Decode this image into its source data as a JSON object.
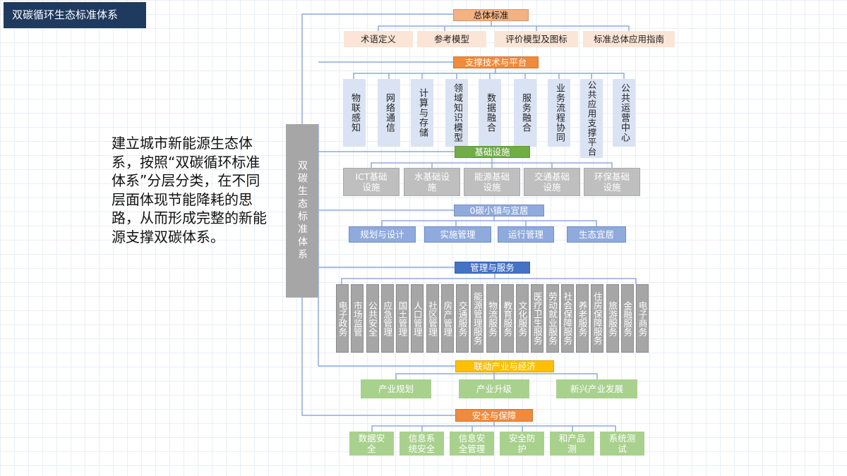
{
  "header": {
    "title": "双碳循环生态标准体系"
  },
  "description": "建立城市新能源生态体系，按照“双碳循环标准体系”分层分类，在不同层面体现节能降耗的思路，从而形成完整的新能源支撑双碳体系。",
  "spine_label": "双碳生态标准体系",
  "sections": {
    "overall": {
      "title": "总体标准",
      "items": [
        "术语定义",
        "参考模型",
        "评价模型及图标",
        "标准总体应用指南"
      ]
    },
    "support": {
      "title": "支撑技术与平台",
      "items": [
        "物联感知",
        "网络通信",
        "计算与存储",
        "领域知识模型",
        "数据融合",
        "服务融合",
        "业务流程协同",
        "公共应用支撑平台",
        "公共运营中心"
      ]
    },
    "infra": {
      "title": "基础设施",
      "items": [
        "ICT基础设施",
        "水基础设施",
        "能源基础设施",
        "交通基础设施",
        "环保基础设施"
      ]
    },
    "zero_carbon": {
      "title": "0碳小镇与宜居",
      "items": [
        "规划与设计",
        "实施管理",
        "运行管理",
        "生态宜居"
      ]
    },
    "management": {
      "title": "管理与服务",
      "items": [
        "电子政务",
        "市场监管",
        "公共安全",
        "应急管理",
        "国土管理",
        "人口管理",
        "社区管理",
        "房产管理",
        "交通服务",
        "能源管理服务",
        "物流服务",
        "教育服务",
        "文化服务",
        "医疗卫生服务",
        "劳动就业服务",
        "社会保障服务",
        "养老服务",
        "住房保障服务",
        "旅游服务",
        "金融服务",
        "电子商务"
      ]
    },
    "industry": {
      "title": "联动产业与经济",
      "items": [
        "产业规划",
        "产业升级",
        "新兴产业发展"
      ]
    },
    "security": {
      "title": "安全与保障",
      "items": [
        "数据安全",
        "信息系统安全",
        "信息安全管理",
        "安全防护",
        "和产品测",
        "系统测试"
      ]
    }
  },
  "colors": {
    "title_bar": "#1f3a5f",
    "spine": "#a6a6a6",
    "connector": "#8faadc"
  }
}
